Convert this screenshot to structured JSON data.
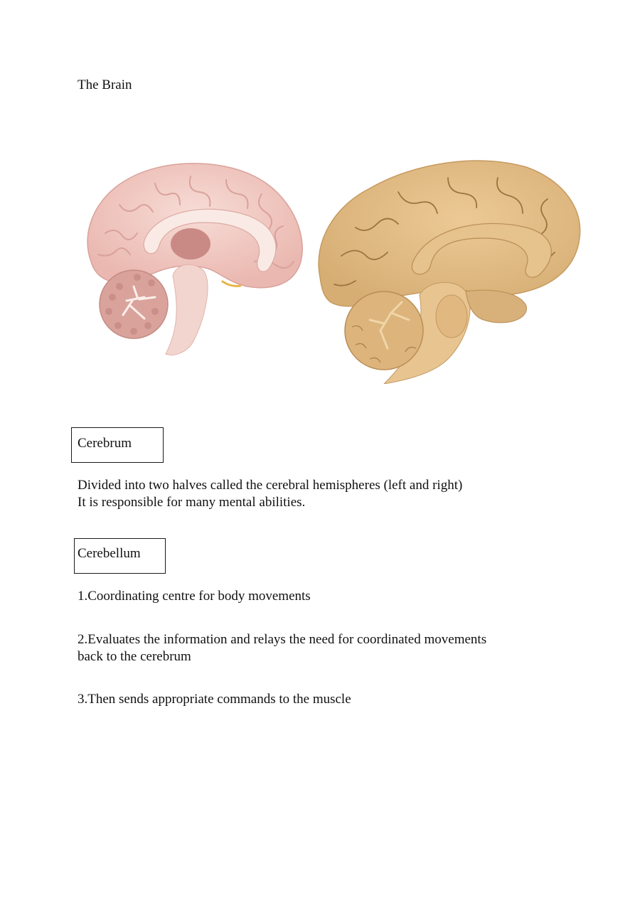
{
  "document": {
    "title": "The Brain",
    "figures": [
      {
        "name": "illustrated-brain-sagittal",
        "description": "Illustrated sagittal section of the brain (pink)"
      },
      {
        "name": "photo-brain-sagittal",
        "description": "Photograph of a sagittal section of a real brain (tan)"
      }
    ],
    "sections": [
      {
        "heading": "Cerebrum",
        "lines": [
          "Divided into two halves called the cerebral hemispheres (left and right)",
          "It is responsible for many mental abilities."
        ]
      },
      {
        "heading": "Cerebellum",
        "points": [
          {
            "lines": [
              "1.Coordinating centre for body movements"
            ]
          },
          {
            "lines": [
              "2.Evaluates the information and relays the need for coordinated movements",
              "back to the cerebrum"
            ]
          },
          {
            "lines": [
              "3.Then sends appropriate commands to the muscle"
            ]
          }
        ]
      }
    ],
    "colors": {
      "illustration_pink": "#f2c9c3",
      "illustration_dark": "#c98a86",
      "photo_tan": "#e2bd86",
      "photo_dark": "#b98d55"
    }
  }
}
